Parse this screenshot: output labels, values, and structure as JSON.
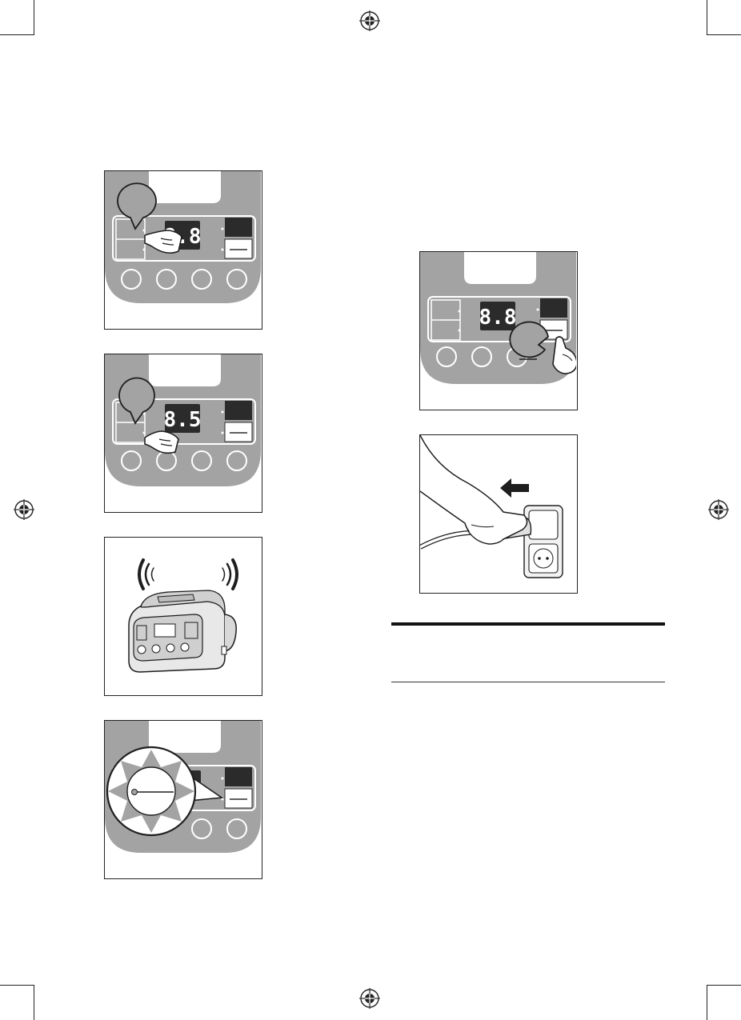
{
  "page": {
    "colors": {
      "panel": "#a3a3a3",
      "panel_dark": "#8c8c8c",
      "display": "#2b2b2b",
      "ink": "#1e1e1e",
      "paper": "#ffffff"
    }
  },
  "figures": {
    "fig1": {
      "display_value": "8.8"
    },
    "fig2": {
      "display_value": "8.5"
    },
    "fig3": {
      "icon": "rice-cooker-beeping-icon"
    },
    "fig4": {
      "icon": "indicator-flashing-icon"
    },
    "fig5": {
      "display_value": "8.8"
    },
    "fig6": {
      "icon": "unplug-arrow-icon"
    }
  }
}
